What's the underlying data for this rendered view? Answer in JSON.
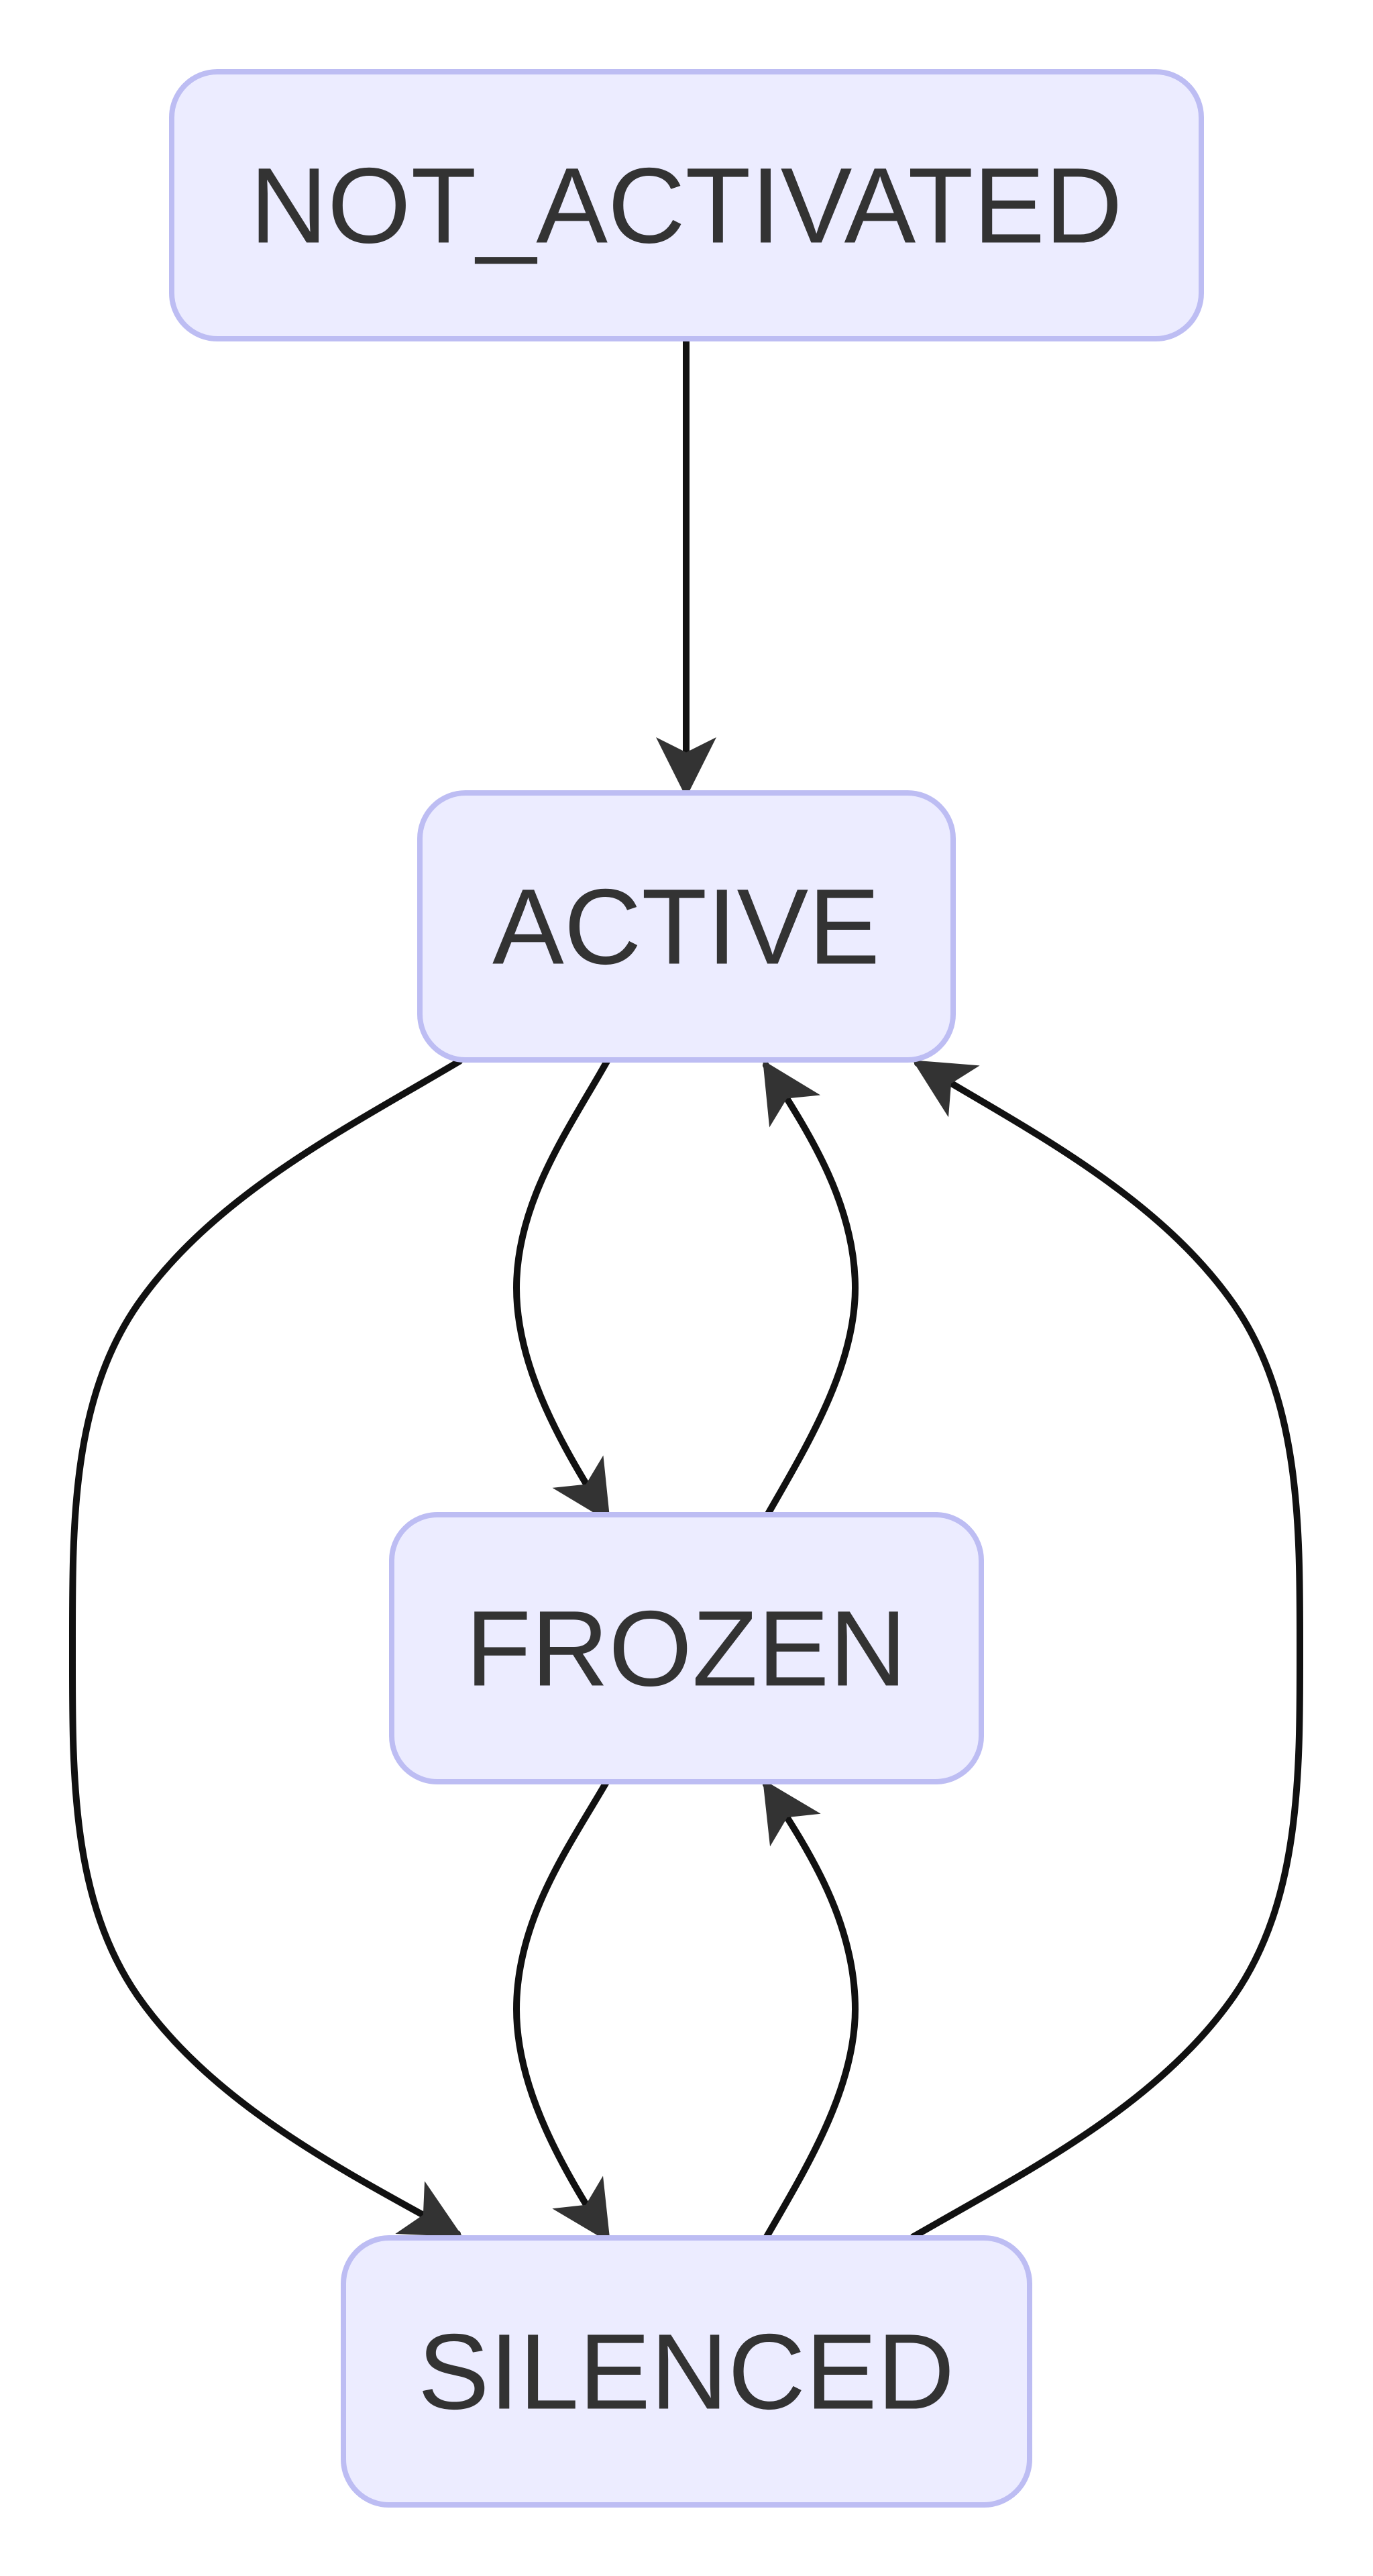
{
  "diagram": {
    "type": "state-diagram",
    "colors": {
      "state_fill": "#ECECFF",
      "state_border": "#BDBDF3",
      "label_text": "#333333",
      "edge": "#111111",
      "arrowhead": "#333333",
      "background": "#FFFFFF"
    },
    "states": {
      "not_activated": "NOT_ACTIVATED",
      "active": "ACTIVE",
      "frozen": "FROZEN",
      "silenced": "SILENCED"
    },
    "transitions": [
      {
        "from": "NOT_ACTIVATED",
        "to": "ACTIVE"
      },
      {
        "from": "ACTIVE",
        "to": "FROZEN"
      },
      {
        "from": "FROZEN",
        "to": "ACTIVE"
      },
      {
        "from": "ACTIVE",
        "to": "SILENCED"
      },
      {
        "from": "SILENCED",
        "to": "ACTIVE"
      },
      {
        "from": "FROZEN",
        "to": "SILENCED"
      },
      {
        "from": "SILENCED",
        "to": "FROZEN"
      }
    ]
  }
}
